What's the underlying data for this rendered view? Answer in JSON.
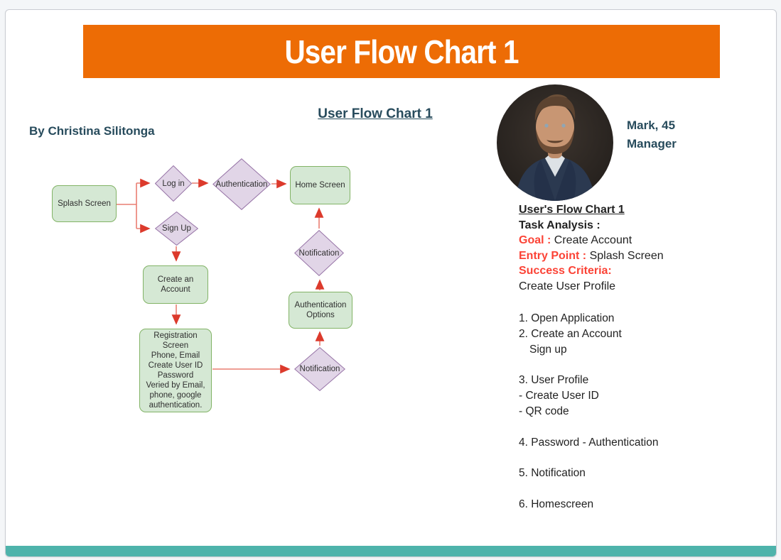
{
  "slide": {
    "banner_title": "User Flow Chart 1",
    "subtitle": "User Flow Chart 1",
    "author": "By Christina Silitonga"
  },
  "flowchart": {
    "nodes": {
      "splash": "Splash Screen",
      "login": "Log in",
      "signup": "Sign Up",
      "authentication": "Authentication",
      "home": "Home Screen",
      "create_account": "Create an\nAccount",
      "registration": "Registration\nScreen\nPhone, Email\nCreate User ID\nPassword\nVeried by Email,\nphone, google\nauthentication.",
      "auth_options": "Authentication\nOptions",
      "notification_top": "Notification",
      "notification_bottom": "Notification"
    },
    "edges": [
      "Splash Screen -> Log in",
      "Splash Screen -> Sign Up",
      "Log in -> Authentication",
      "Authentication -> Home Screen",
      "Sign Up -> Create an Account",
      "Create an Account -> Registration Screen",
      "Registration Screen -> Notification",
      "Notification -> Authentication Options",
      "Authentication Options -> Notification",
      "Notification -> Home Screen"
    ]
  },
  "persona": {
    "name_age": "Mark, 45",
    "role": "Manager",
    "section_title": "User's Flow Chart 1",
    "task_analysis_label": "Task Analysis :",
    "goal_label": "Goal :",
    "goal_value": "Create Account",
    "entry_label": "Entry Point :",
    "entry_value": "Splash Screen",
    "success_label": "Success Criteria:",
    "success_value": "Create User Profile",
    "tasks": [
      "1. Open Application",
      "2. Create an Account",
      "Sign up",
      "3. User Profile",
      "- Create User ID",
      "- QR code",
      "4. Password -  Authentication",
      "5. Notification",
      "6. Homescreen"
    ]
  },
  "colors": {
    "banner_orange": "#ED6C05",
    "heading_teal": "#274B5C",
    "node_green_fill": "#D5E8D4",
    "node_green_border": "#82B366",
    "diamond_purple_fill": "#E1D5E7",
    "diamond_purple_border": "#9673A6",
    "arrow_red_line": "#E97E72",
    "arrow_red_head": "#DC3A2C",
    "accent_red_text": "#FB4336",
    "footer_teal": "#4EB3AB"
  }
}
